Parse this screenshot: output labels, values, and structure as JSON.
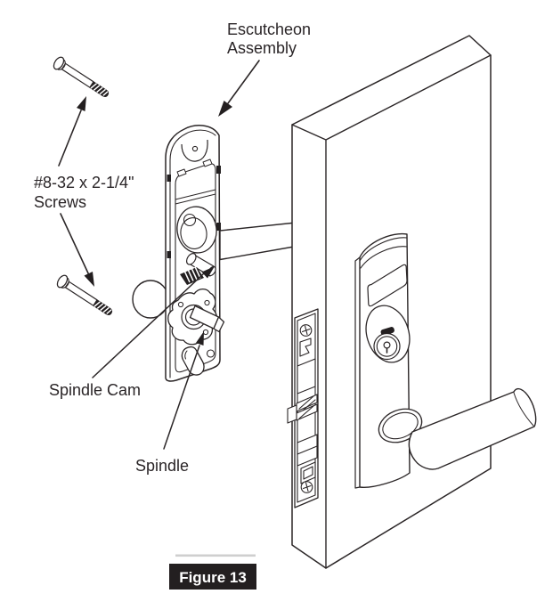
{
  "figure": {
    "caption": "Figure 13"
  },
  "labels": {
    "escutcheon_assembly": {
      "line1": "Escutcheon",
      "line2": "Assembly"
    },
    "screws": {
      "line1": "#8-32 x 2-1/4\"",
      "line2": "Screws"
    },
    "spindle_cam": "Spindle Cam",
    "spindle": "Spindle"
  },
  "illustration": {
    "type": "exploded-view line drawing",
    "parts": [
      "mounting-screw-top",
      "mounting-screw-bottom",
      "interior-escutcheon-assembly-rear-view",
      "interior-lever",
      "spindle-retainer-pin",
      "spring",
      "spindle-cam",
      "spindle",
      "door",
      "mortise-lock-faceplate",
      "latch-bolt",
      "deadbolt",
      "exterior-escutcheon",
      "card-reader-window",
      "key-cylinder",
      "exterior-lever-handle"
    ]
  },
  "colors": {
    "line": "#2b2627",
    "background": "#ffffff",
    "caption_bg": "#231f20",
    "caption_text": "#ffffff",
    "label_text": "#2a2527",
    "caption_shadow_line": "#cfcfcf"
  }
}
